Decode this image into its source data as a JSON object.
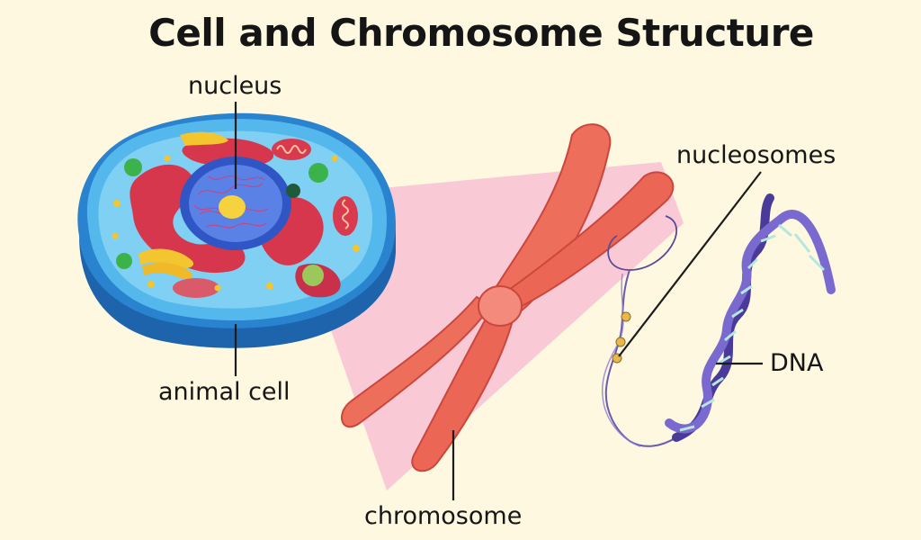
{
  "title": "Cell and Chromosome Structure",
  "labels": {
    "nucleus": "nucleus",
    "animal_cell": "animal cell",
    "chromosome": "chromosome",
    "nucleosomes": "nucleosomes",
    "dna": "DNA"
  },
  "colors": {
    "background": "#fdf8df",
    "cell_membrane": "#2a8fd8",
    "nucleus": "#3a5fd0",
    "chromosome": "#ef6a5a",
    "dna": "#6a4fb8",
    "zoom_highlight": "#f9b8d2"
  }
}
